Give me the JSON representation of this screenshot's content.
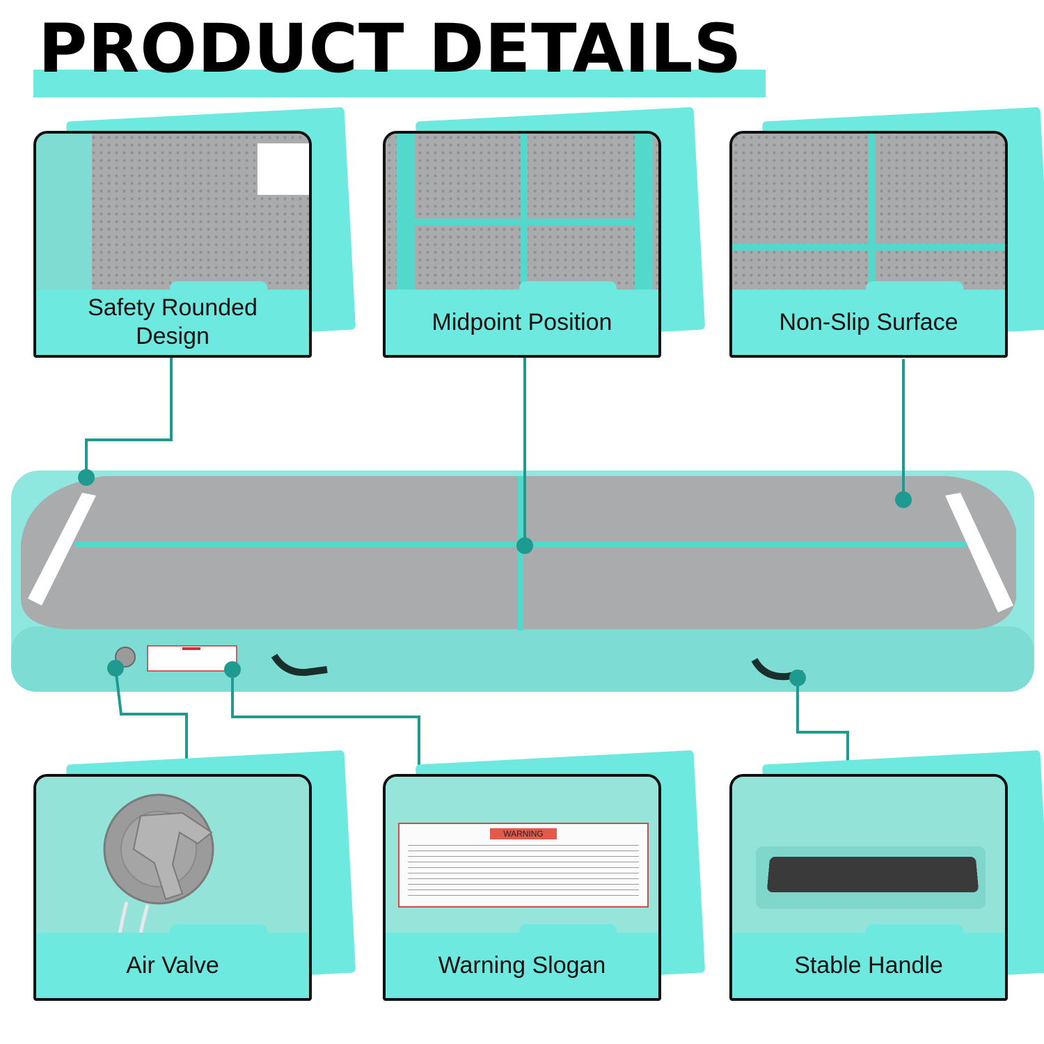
{
  "title": "PRODUCT DETAILS",
  "colors": {
    "accent": "#6ee9e0",
    "accent_dark": "#1f9a90",
    "mat_gray": "#a9abad",
    "frame": "#111111"
  },
  "features": [
    {
      "id": "safety",
      "label": "Safety Rounded\nDesign"
    },
    {
      "id": "midpoint",
      "label": "Midpoint Position"
    },
    {
      "id": "nonslip",
      "label": "Non-Slip Surface"
    },
    {
      "id": "valve",
      "label": "Air Valve"
    },
    {
      "id": "warning",
      "label": "Warning Slogan"
    },
    {
      "id": "handle",
      "label": "Stable Handle"
    }
  ],
  "warning_label": {
    "heading": "WARNING"
  }
}
